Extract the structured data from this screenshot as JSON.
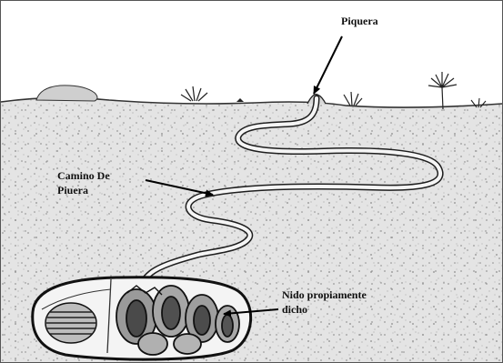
{
  "labels": {
    "entrance": "Piquera",
    "tunnel_line1": "Camino De",
    "tunnel_line2": "Piuera",
    "nest_line1": "Nido propiamente",
    "nest_line2": "dicho"
  }
}
